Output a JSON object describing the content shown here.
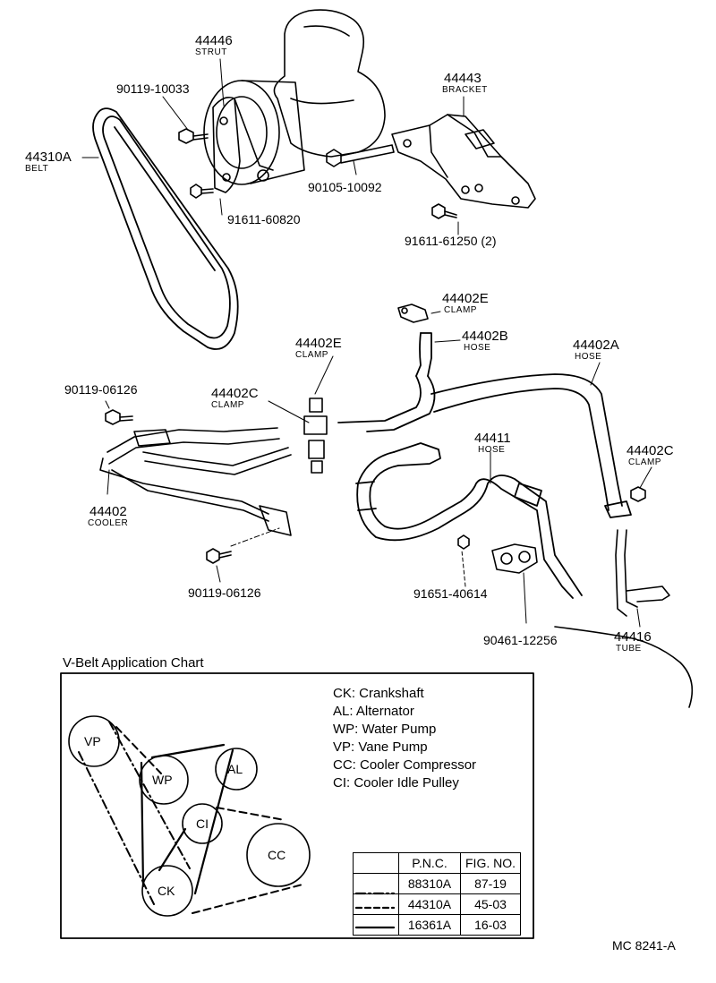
{
  "parts": {
    "p44446": {
      "num": "44446",
      "name": "STRUT"
    },
    "p90119_10033": "90119-10033",
    "p44310A": {
      "num": "44310A",
      "name": "BELT"
    },
    "p44443": {
      "num": "44443",
      "name": "BRACKET"
    },
    "p90105_10092": "90105-10092",
    "p91611_60820": "91611-60820",
    "p91611_61250": "91611-61250 (2)",
    "p44402E_top": {
      "num": "44402E",
      "name": "CLAMP"
    },
    "p44402B": {
      "num": "44402B",
      "name": "HOSE"
    },
    "p44402A": {
      "num": "44402A",
      "name": "HOSE"
    },
    "p44402E_mid": {
      "num": "44402E",
      "name": "CLAMP"
    },
    "p90119_06126_a": "90119-06126",
    "p44402C_left": {
      "num": "44402C",
      "name": "CLAMP"
    },
    "p44411": {
      "num": "44411",
      "name": "HOSE"
    },
    "p44402C_right": {
      "num": "44402C",
      "name": "CLAMP"
    },
    "p44402": {
      "num": "44402",
      "name": "COOLER"
    },
    "p90119_06126_b": "90119-06126",
    "p91651_40614": "91651-40614",
    "p90461_12256": "90461-12256",
    "p44416": {
      "num": "44416",
      "name": "TUBE"
    }
  },
  "chart": {
    "title": "V-Belt Application Chart",
    "legend": [
      "CK: Crankshaft",
      "AL: Alternator",
      "WP: Water Pump",
      "VP: Vane Pump",
      "CC: Cooler Compressor",
      "CI: Cooler Idle Pulley"
    ],
    "pulleys": {
      "vp": "VP",
      "wp": "WP",
      "al": "AL",
      "ci": "CI",
      "cc": "CC",
      "ck": "CK"
    },
    "table": {
      "headers": [
        "",
        "P.N.C.",
        "FIG. NO."
      ],
      "rows": [
        {
          "style": "dash-dot",
          "pnc": "88310A",
          "fig": "87-19"
        },
        {
          "style": "dashed",
          "pnc": "44310A",
          "fig": "45-03"
        },
        {
          "style": "solid",
          "pnc": "16361A",
          "fig": "16-03"
        }
      ]
    }
  },
  "footer": "MC  8241-A"
}
